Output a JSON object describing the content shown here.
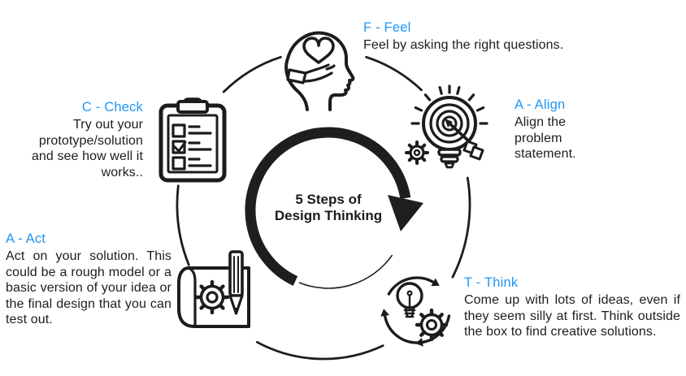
{
  "colors": {
    "accent": "#2196F3",
    "ink": "#1d1d1d",
    "line": "#1c1c1c"
  },
  "center": {
    "line1": "5 Steps of",
    "line2": "Design Thinking"
  },
  "steps": [
    {
      "id": "feel",
      "title": "F - Feel",
      "description": "Feel by asking the right questions.",
      "icon": "head-heart-icon"
    },
    {
      "id": "align",
      "title": "A - Align",
      "description": "Align the problem statement.",
      "icon": "target-bulb-icon"
    },
    {
      "id": "think",
      "title": "T - Think",
      "description": "Come up with lots of ideas, even if they seem silly at first. Think outside the box to find creative solutions.",
      "icon": "bulb-gear-cycle-icon"
    },
    {
      "id": "act",
      "title": "A - Act",
      "description": "Act on your solution. This could be a rough model or a basic version of your idea or the final design that you can test out.",
      "icon": "blueprint-gear-pencil-icon"
    },
    {
      "id": "check",
      "title": "C - Check",
      "description": "Try out your prototype/solution and see how well it works..",
      "icon": "clipboard-checklist-icon"
    }
  ]
}
